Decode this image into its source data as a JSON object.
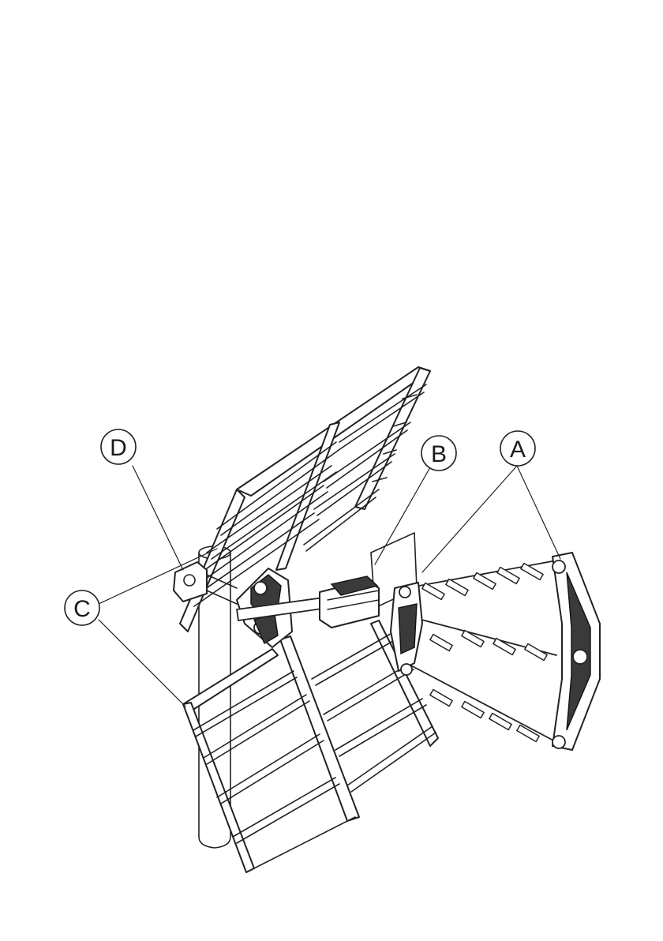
{
  "callouts": {
    "a": "A",
    "b": "B",
    "c": "C",
    "d": "D"
  },
  "colors": {
    "ink": "#222222",
    "background": "#ffffff"
  }
}
